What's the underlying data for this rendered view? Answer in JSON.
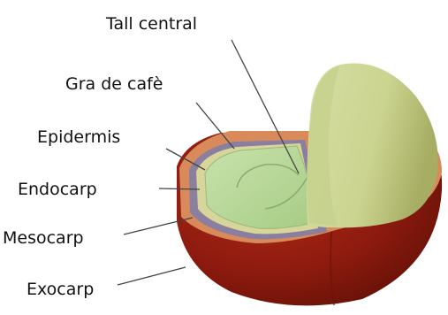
{
  "labels": {
    "tall_central": "Tall central",
    "gra_de_cafe": "Gra de cafè",
    "epidermis": "Epidermis",
    "endocarp": "Endocarp",
    "mesocarp": "Mesocarp",
    "exocarp": "Exocarp"
  },
  "colors": {
    "exocarp": "#8b1a0e",
    "mesocarp": "#d98a5a",
    "endocarp": "#8a7f9e",
    "epidermis": "#d7d59a",
    "bean": "#b9d99a",
    "bean_half": "#d9dfa0",
    "leader_line": "#444444"
  }
}
